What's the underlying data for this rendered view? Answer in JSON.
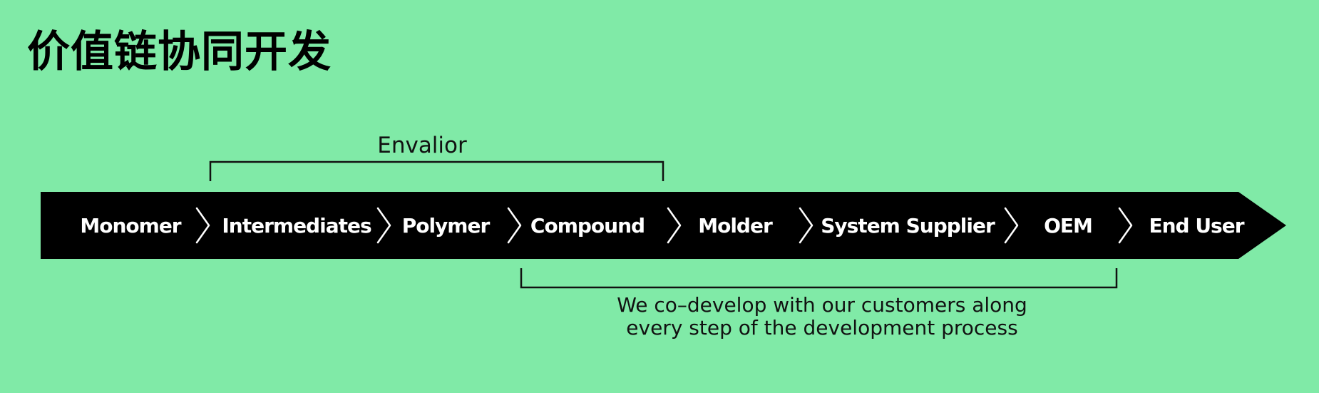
{
  "title": "价值链协同开发",
  "colors": {
    "background": "#80EAA7",
    "arrow": "#000000",
    "stage_text": "#FFFFFF",
    "annotation": "#111111"
  },
  "value_chain": {
    "stages": [
      "Monomer",
      "Intermediates",
      "Polymer",
      "Compound",
      "Molder",
      "System Supplier",
      "OEM",
      "End User"
    ],
    "separator_icon": "chevron-right-icon"
  },
  "top_bracket": {
    "label": "Envalior",
    "from_stage": "Intermediates",
    "to_stage": "Compound"
  },
  "bottom_bracket": {
    "from_stage": "Compound",
    "to_stage": "OEM",
    "note_lines": [
      "We co–develop with our customers along",
      "every step of the development process"
    ]
  }
}
